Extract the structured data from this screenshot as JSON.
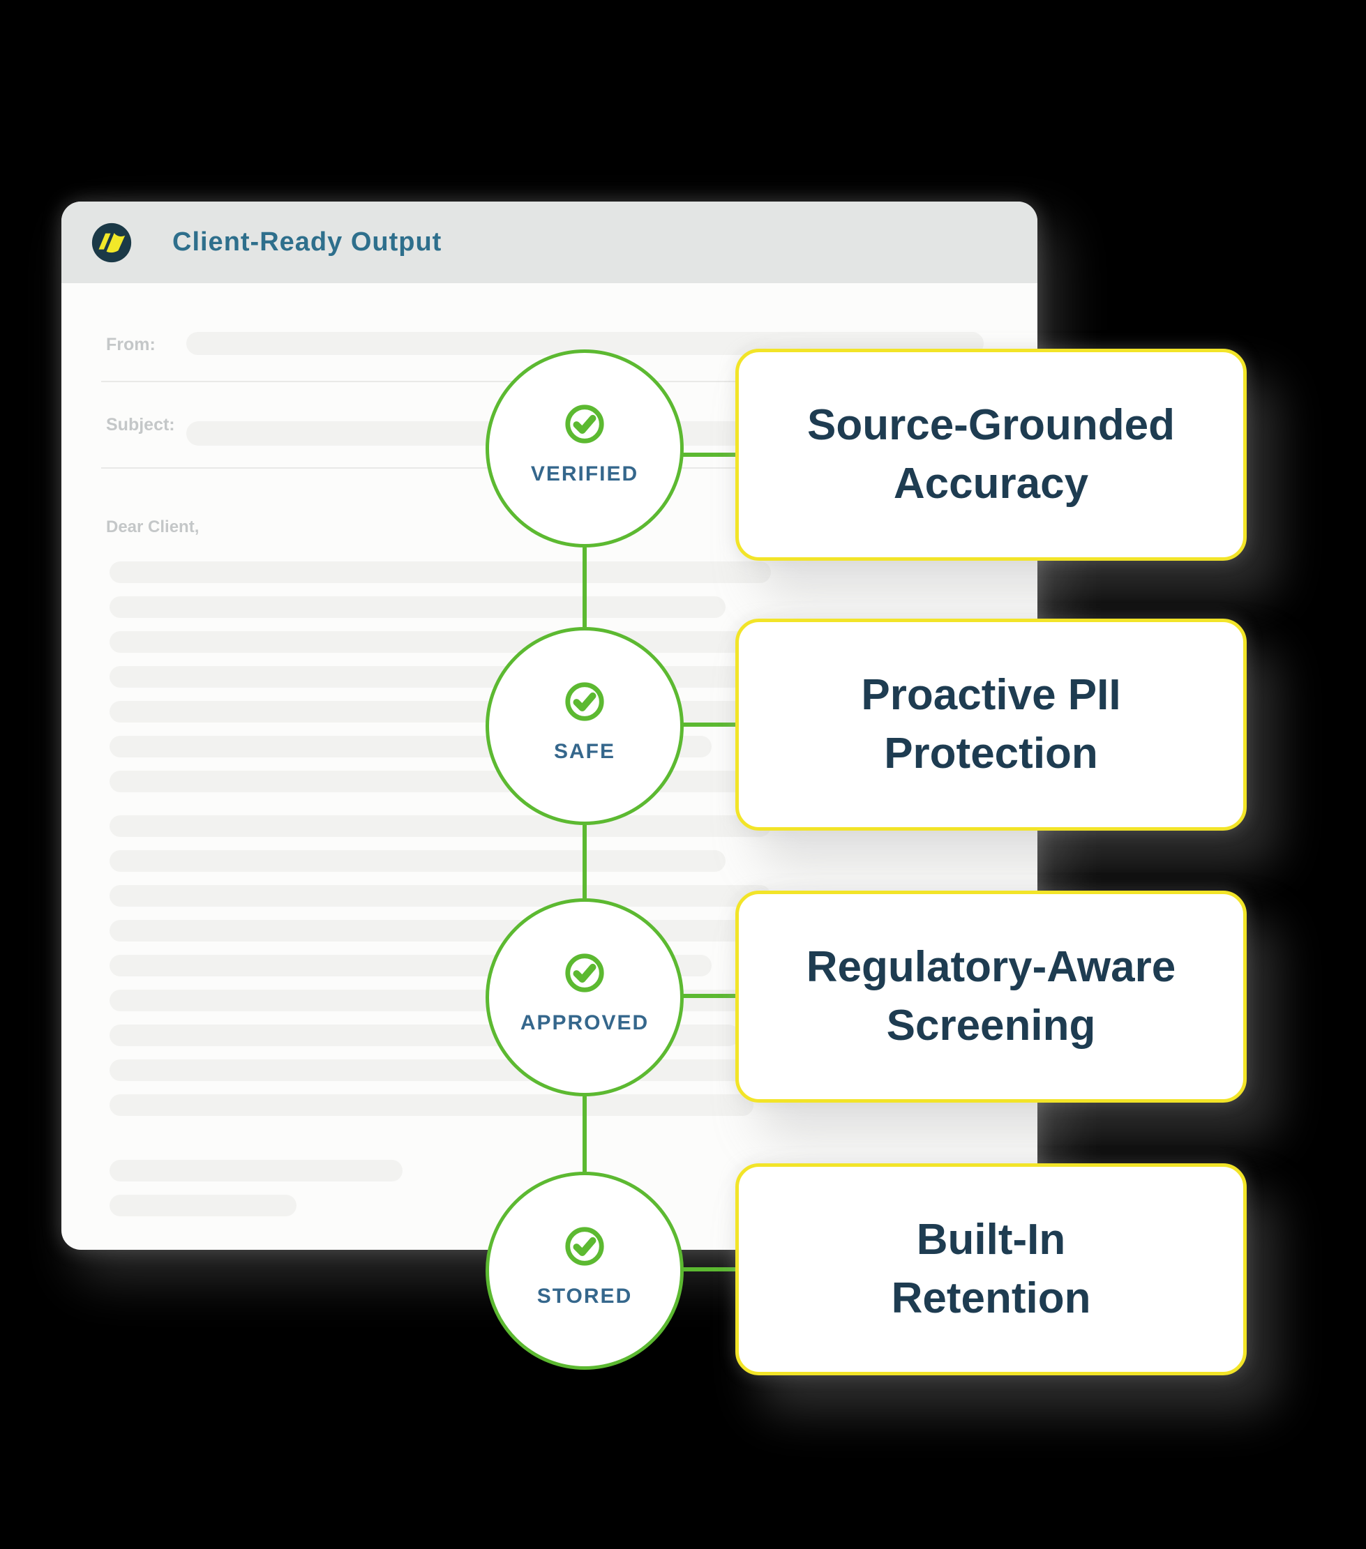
{
  "colors": {
    "page_bg": "#000000",
    "green": "#5cb931",
    "yellow": "#f2e428",
    "navy": "#1e3c51",
    "teal": "#2e6f8c",
    "step_label": "#35678c",
    "logo_navy": "#1b3947",
    "logo_yellow": "#f2e829",
    "header_bg": "#e3e5e4",
    "card_bg": "#fcfcfb",
    "pill": "#f2f2f0",
    "divider": "#e9e9e7",
    "muted_text": "#c4c7c8"
  },
  "window": {
    "title": "Client-Ready Output"
  },
  "email": {
    "from_label": "From:",
    "subject_label": "Subject:",
    "greeting": "Dear Client,",
    "paragraphs": [
      {
        "gap_before": 0,
        "line_widths": [
          948,
          883,
          948,
          911,
          948,
          863,
          923
        ]
      },
      {
        "gap_before": 14,
        "line_widths": [
          948,
          883,
          948,
          911,
          863,
          948,
          903,
          948,
          923
        ]
      },
      {
        "gap_before": 44,
        "line_widths": [
          420,
          268
        ]
      }
    ]
  },
  "steps": [
    {
      "label": "VERIFIED",
      "card": [
        "Source-Grounded",
        "Accuracy"
      ]
    },
    {
      "label": "SAFE",
      "card": [
        "Proactive PII",
        "Protection"
      ]
    },
    {
      "label": "APPROVED",
      "card": [
        "Regulatory-Aware",
        "Screening"
      ]
    },
    {
      "label": "STORED",
      "card": [
        "Built-In",
        "Retention"
      ]
    }
  ]
}
